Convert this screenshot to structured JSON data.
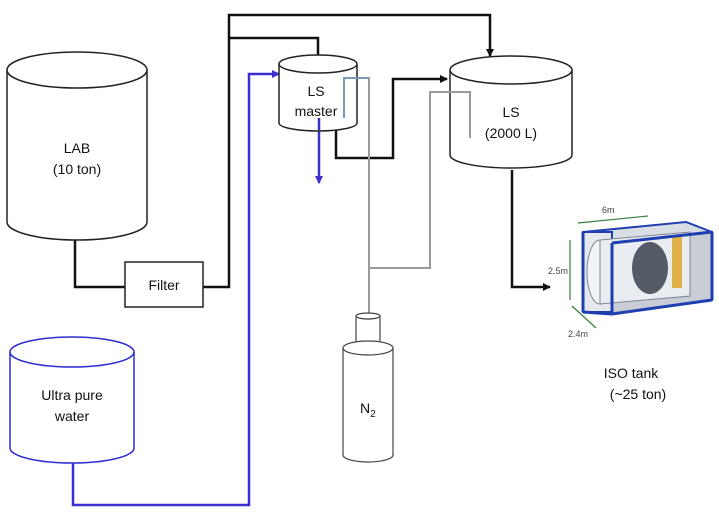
{
  "colors": {
    "black_line": "#111111",
    "blue_line": "#3c2ecf",
    "gray_line": "#9a9a9a",
    "tank_outline": "#222222",
    "water_outline": "#2f2fd0",
    "iso_frame": "#1e3fb0"
  },
  "tanks": {
    "lab": {
      "line1": "LAB",
      "line2": "(10 ton)"
    },
    "water": {
      "line1": "Ultra pure",
      "line2": "water"
    },
    "ls_master": {
      "line1": "LS",
      "line2": "master"
    },
    "ls": {
      "line1": "LS",
      "line2": "(2000 L)"
    }
  },
  "filter": {
    "label": "Filter"
  },
  "n2": {
    "label": "N",
    "subscript": "2"
  },
  "iso_tank": {
    "line1": "ISO tank",
    "line2": "(~25 ton)",
    "dim_length": "6m",
    "dim_height": "2.5m",
    "dim_width": "2.4m"
  }
}
